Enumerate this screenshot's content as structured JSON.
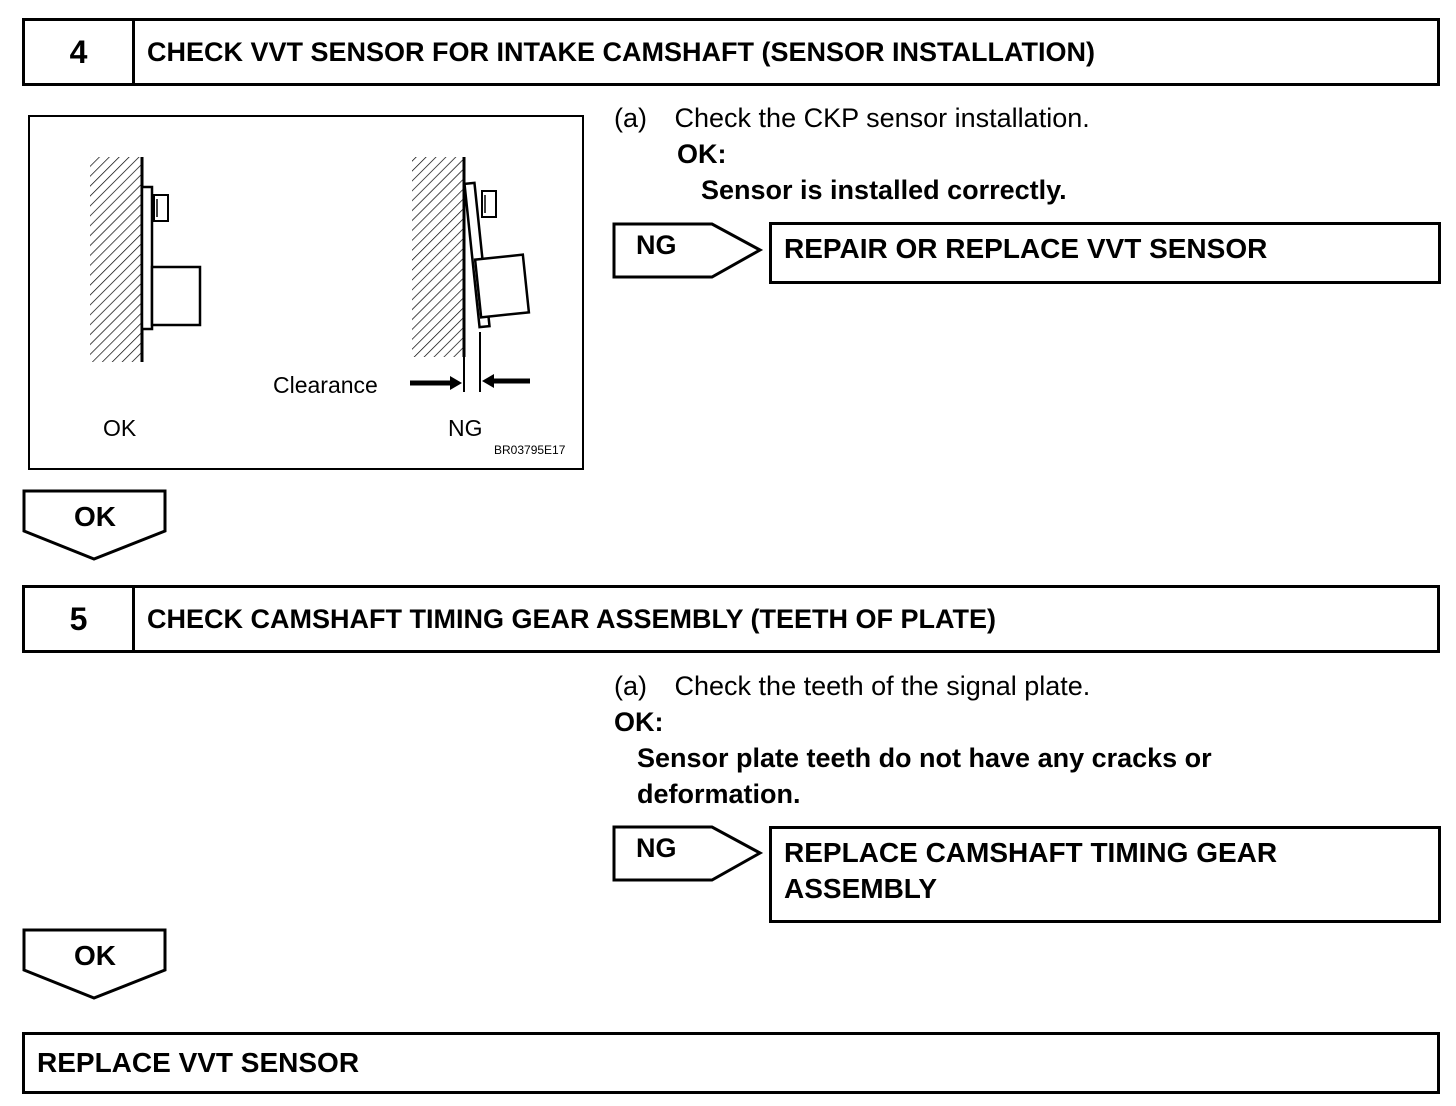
{
  "step4": {
    "number": "4",
    "title": "CHECK VVT SENSOR FOR INTAKE CAMSHAFT (SENSOR INSTALLATION)",
    "figure": {
      "clearance_label": "Clearance",
      "ok_label": "OK",
      "ng_label": "NG",
      "code": "BR03795E17"
    },
    "instruction": {
      "marker": "(a)",
      "text": "Check the CKP sensor installation.",
      "ok_heading": "OK:",
      "ok_text": "Sensor is installed correctly."
    },
    "ng_label": "NG",
    "ng_action": "REPAIR OR REPLACE VVT SENSOR",
    "ok_label": "OK"
  },
  "step5": {
    "number": "5",
    "title": "CHECK CAMSHAFT TIMING GEAR ASSEMBLY (TEETH OF PLATE)",
    "instruction": {
      "marker": "(a)",
      "text": "Check the teeth of the signal plate.",
      "ok_heading": "OK:",
      "ok_text_line1": "Sensor plate teeth do not have any cracks or",
      "ok_text_line2": "deformation."
    },
    "ng_label": "NG",
    "ng_action_line1": "REPLACE CAMSHAFT TIMING GEAR",
    "ng_action_line2": "ASSEMBLY",
    "ok_label": "OK"
  },
  "final_action": "REPLACE VVT SENSOR"
}
